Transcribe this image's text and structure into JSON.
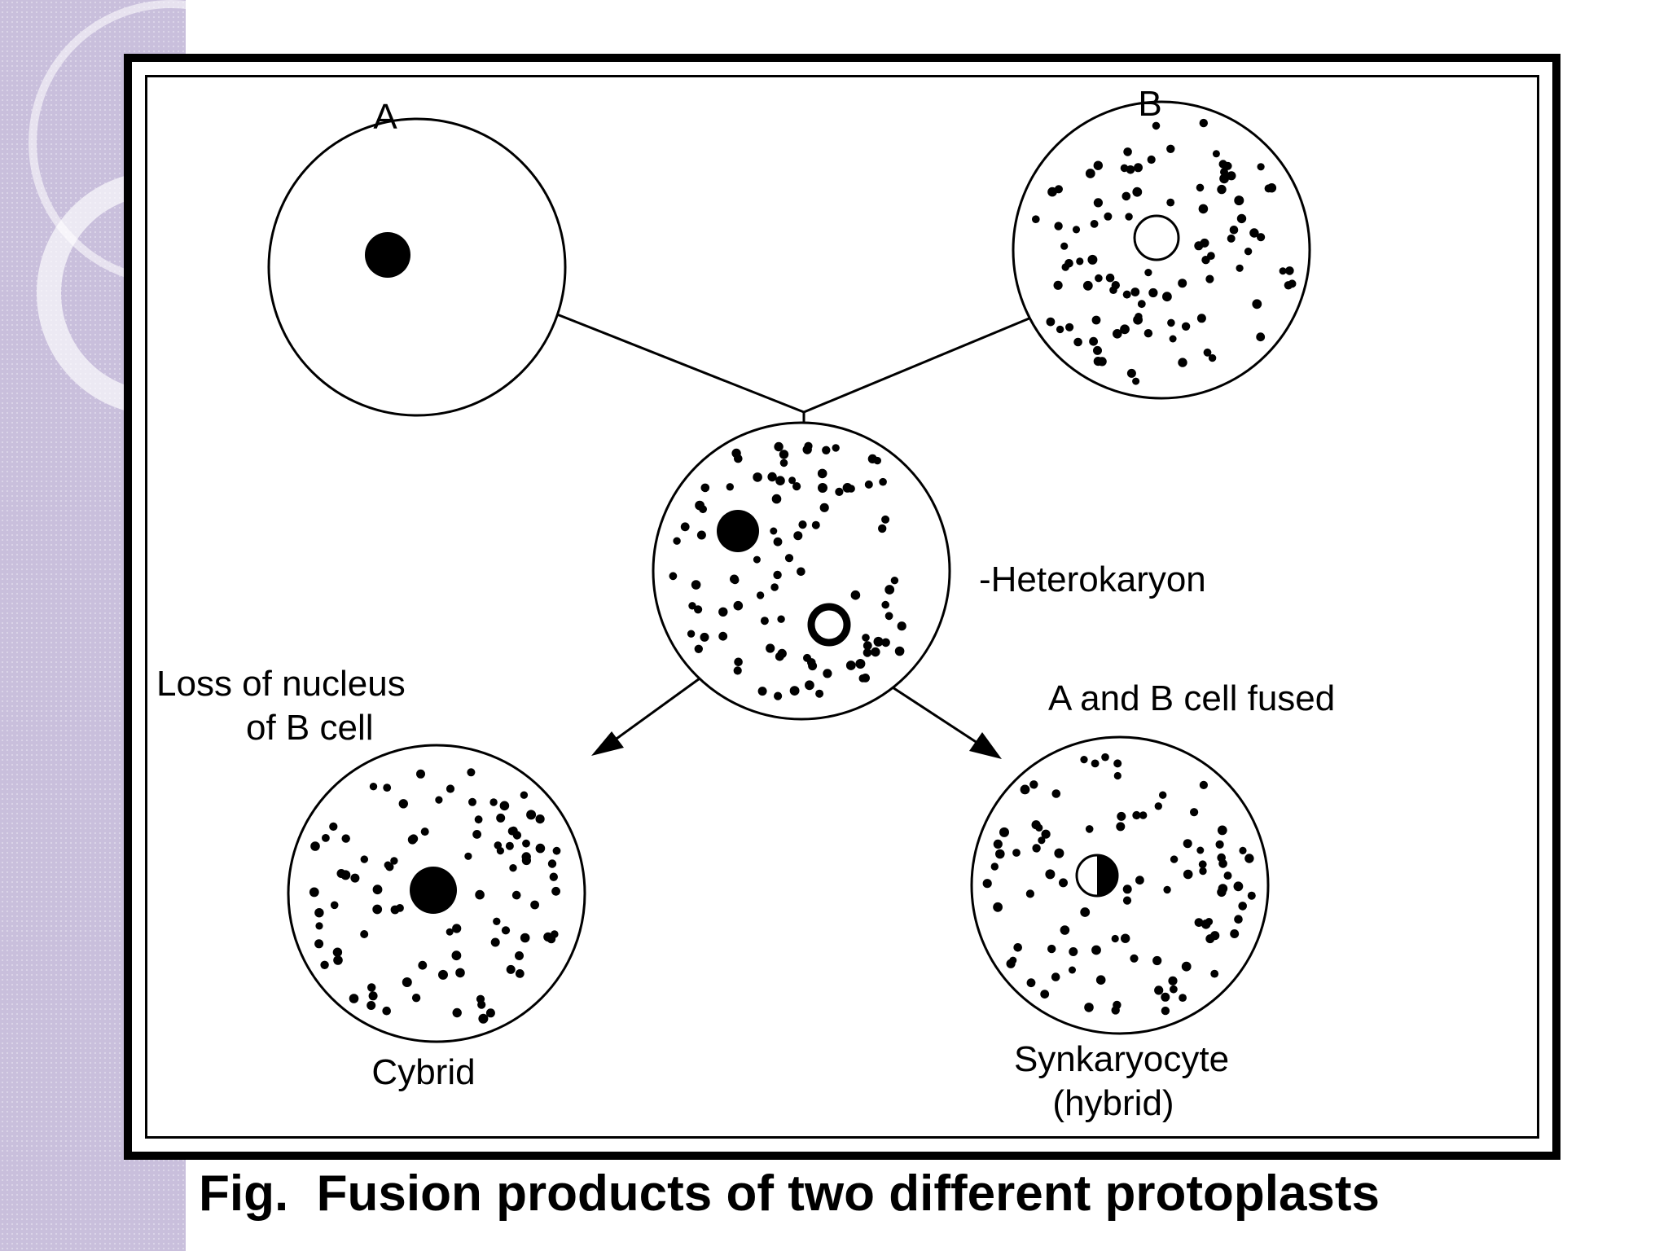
{
  "nodes": {
    "cell_a_label": "A",
    "cell_b_label": "B",
    "heterokaryon_label": "-Heterokaryon",
    "cybrid_label": "Cybrid",
    "synkaryocyte_label_line1": "Synkaryocyte",
    "synkaryocyte_label_line2": "(hybrid)"
  },
  "edges": {
    "loss_label_line1": "Loss of nucleus",
    "loss_label_line2": "of B cell",
    "fused_label": "A and B cell fused"
  },
  "caption": "Fig.  Fusion products of two different protoplasts",
  "colors": {
    "sidebar": "#c9bfdc",
    "ink": "#000000",
    "background": "#ffffff"
  }
}
